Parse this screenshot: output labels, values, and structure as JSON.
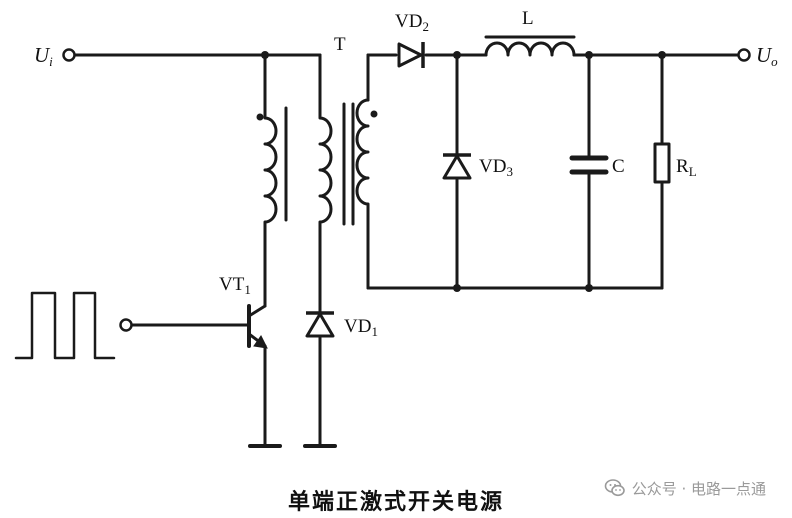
{
  "diagram": {
    "labels": {
      "input": "U",
      "input_sub": "i",
      "output": "U",
      "output_sub": "o",
      "transformer": "T",
      "vd2": "VD",
      "vd2_sub": "2",
      "inductor": "L",
      "vd3": "VD",
      "vd3_sub": "3",
      "capacitor": "C",
      "load": "R",
      "load_sub": "L",
      "transistor": "VT",
      "transistor_sub": "1",
      "vd1": "VD",
      "vd1_sub": "1"
    },
    "caption": "单端正激式开关电源"
  },
  "watermark": {
    "text": "公众号 · 电路一点通",
    "icon": "wechat-icon"
  },
  "colors": {
    "line": "#1a1a1a",
    "watermark": "#9a9a9a"
  }
}
